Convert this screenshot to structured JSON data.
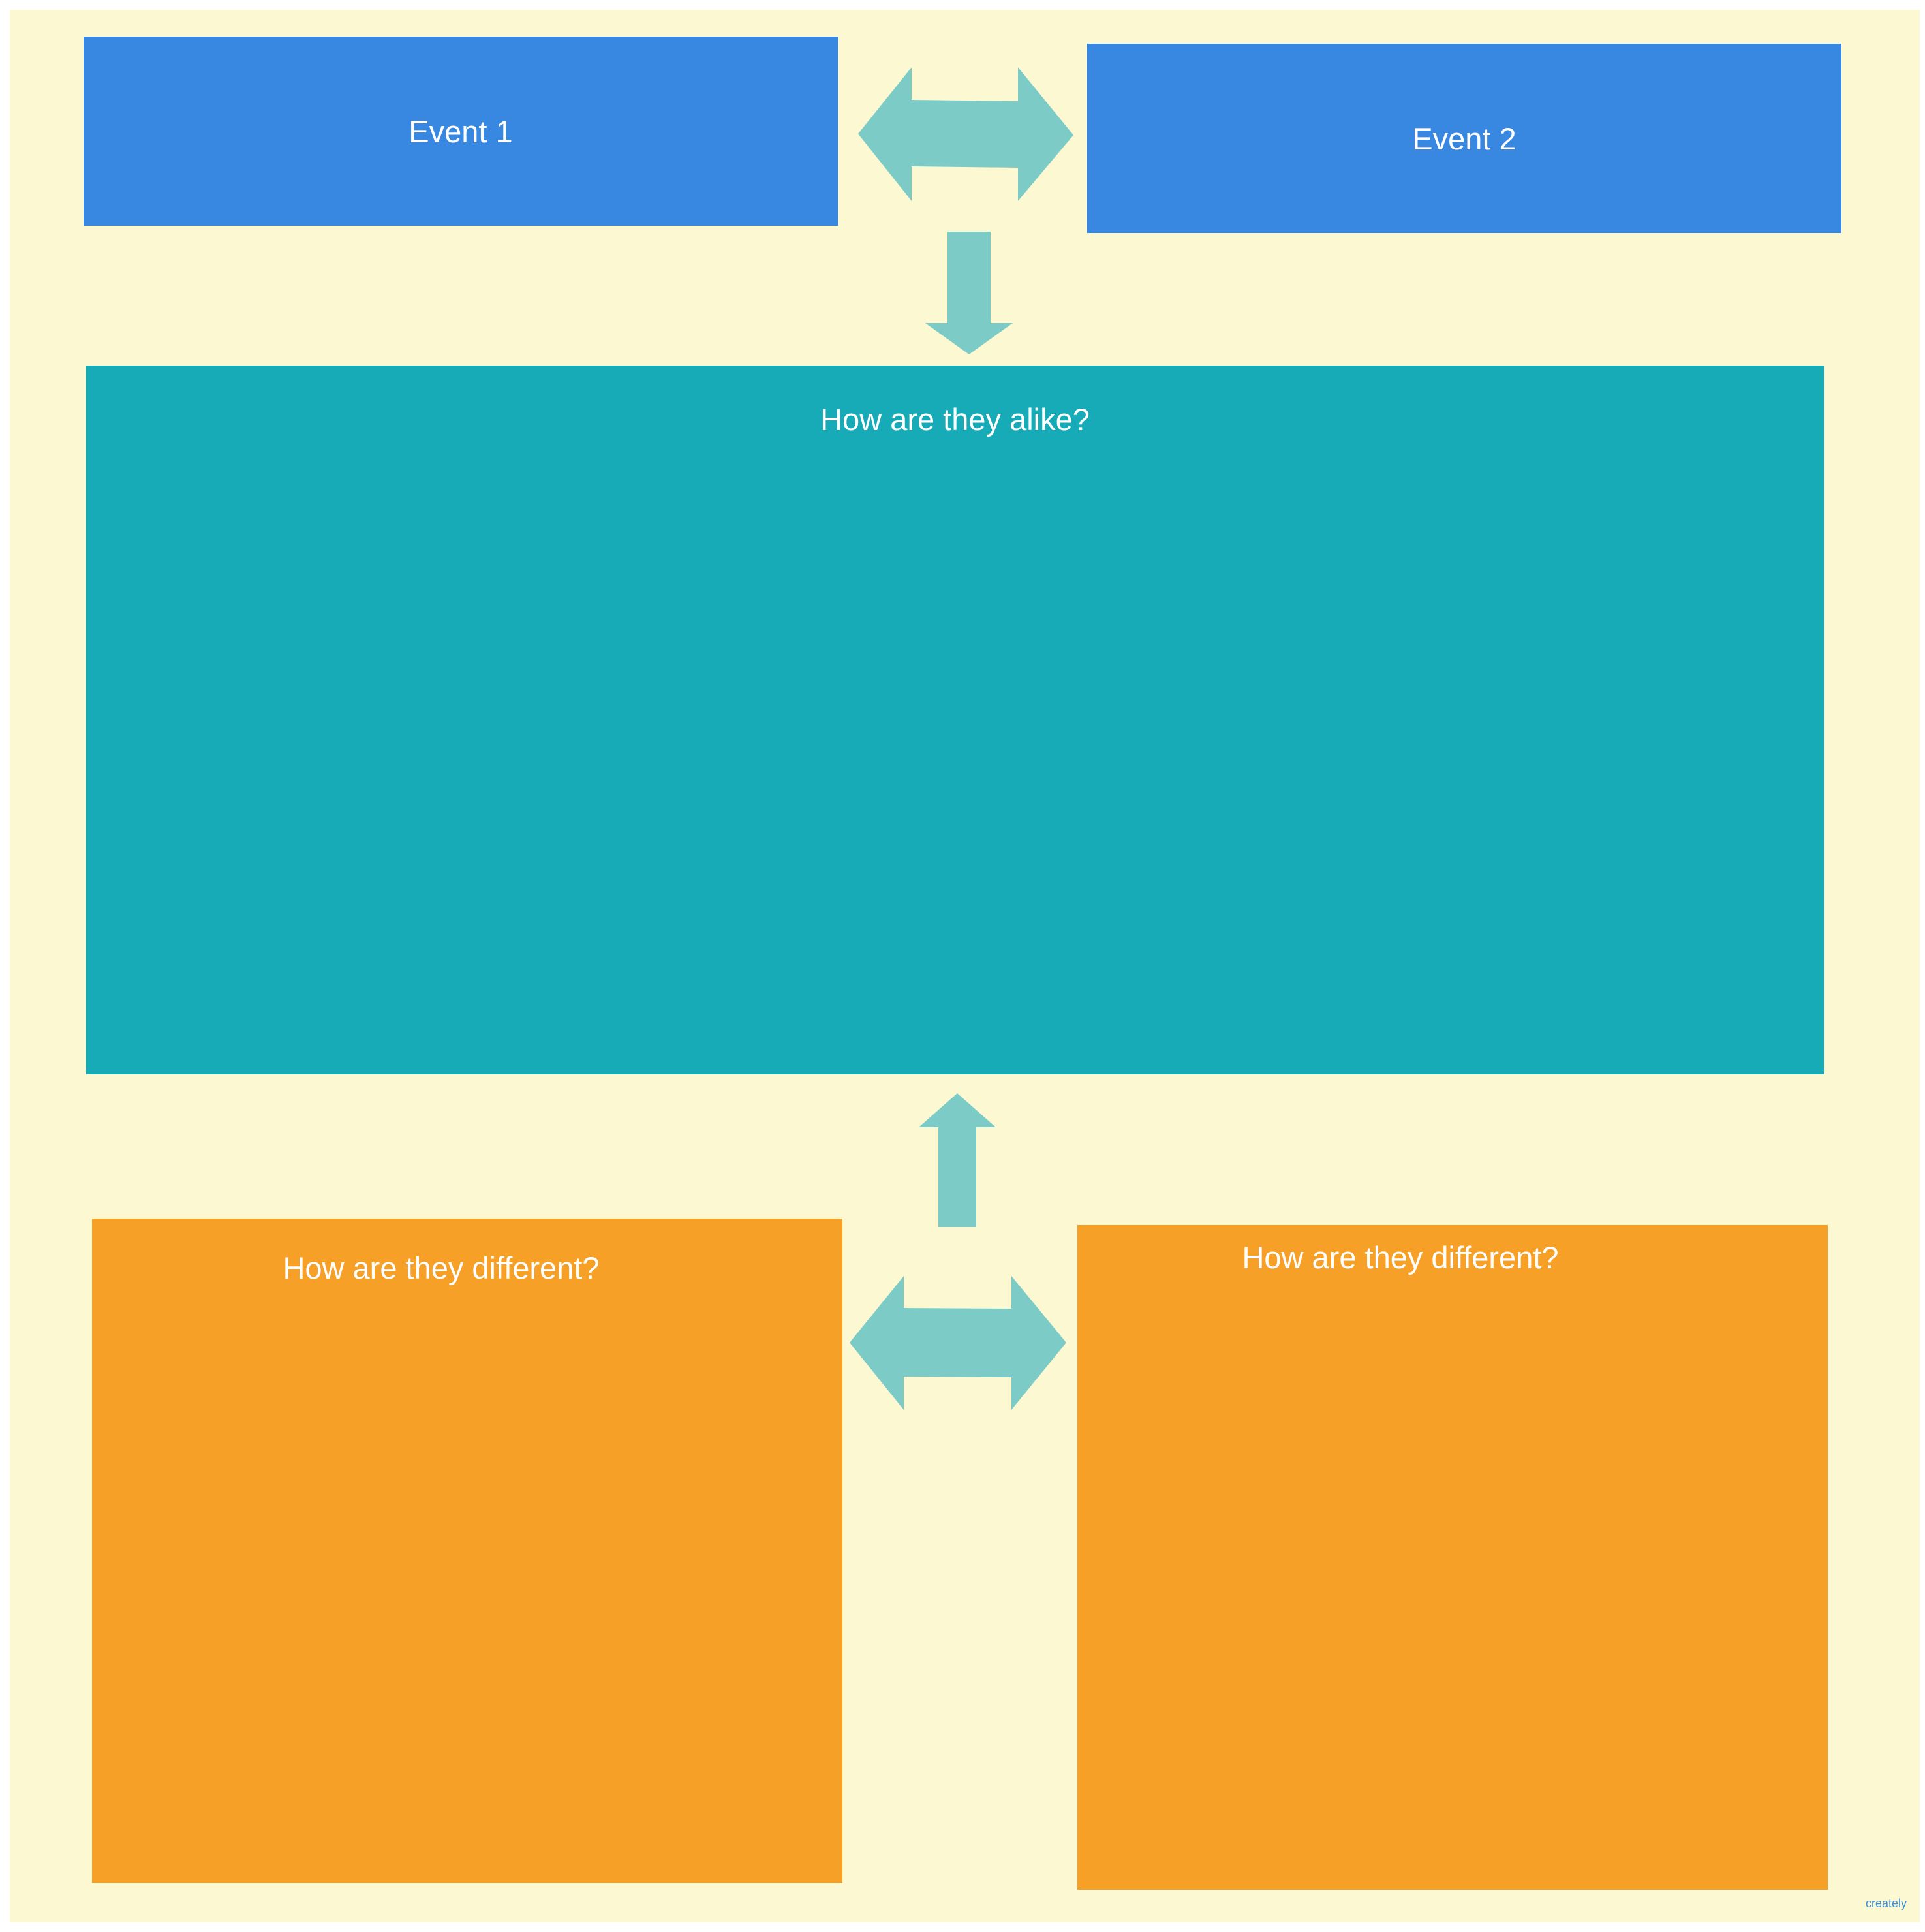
{
  "colors": {
    "background": "#fcf9d2",
    "event_box": "#3887e0",
    "alike_box": "#17abb8",
    "different_box": "#f7a028",
    "arrow": "#7ccbc6",
    "text": "#ffffff"
  },
  "events": {
    "event1_label": "Event 1",
    "event2_label": "Event 2"
  },
  "alike": {
    "label": "How are they alike?"
  },
  "different": {
    "left_label": "How are they different?",
    "right_label": "How are they different?"
  },
  "watermark": {
    "text": "creately"
  },
  "icons": {
    "top_connector": "double-headed-horizontal-arrow",
    "down_connector": "down-arrow",
    "up_connector": "up-arrow",
    "bottom_connector": "double-headed-horizontal-arrow"
  }
}
